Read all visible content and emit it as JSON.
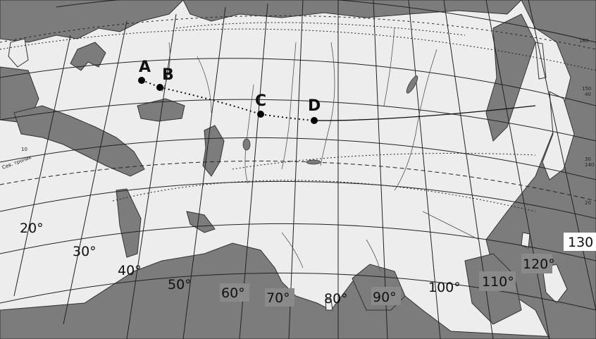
{
  "points": [
    {
      "id": "A",
      "label": "A"
    },
    {
      "id": "B",
      "label": "B"
    },
    {
      "id": "C",
      "label": "C"
    },
    {
      "id": "D",
      "label": "D"
    }
  ],
  "longitudes": [
    {
      "value": 20,
      "label": "20°"
    },
    {
      "value": 30,
      "label": "30°"
    },
    {
      "value": 40,
      "label": "40°"
    },
    {
      "value": 50,
      "label": "50°"
    },
    {
      "value": 60,
      "label": "60°"
    },
    {
      "value": 70,
      "label": "70°"
    },
    {
      "value": 80,
      "label": "80°"
    },
    {
      "value": 90,
      "label": "90°"
    },
    {
      "value": 100,
      "label": "100°"
    },
    {
      "value": 110,
      "label": "110°"
    },
    {
      "value": 120,
      "label": "120°"
    },
    {
      "value": 130,
      "label": "130"
    }
  ],
  "small_labels": {
    "tropic": "Сев. тропик",
    "lat_10": "10",
    "lon_160": "160",
    "lon_150": "150",
    "lat_40": "40",
    "lon_140": "140",
    "lat_30": "30",
    "lat_20": "20"
  },
  "colors": {
    "sea": "#7a7a7a",
    "land": "#ededed",
    "label_box": "#8a8a8a"
  }
}
